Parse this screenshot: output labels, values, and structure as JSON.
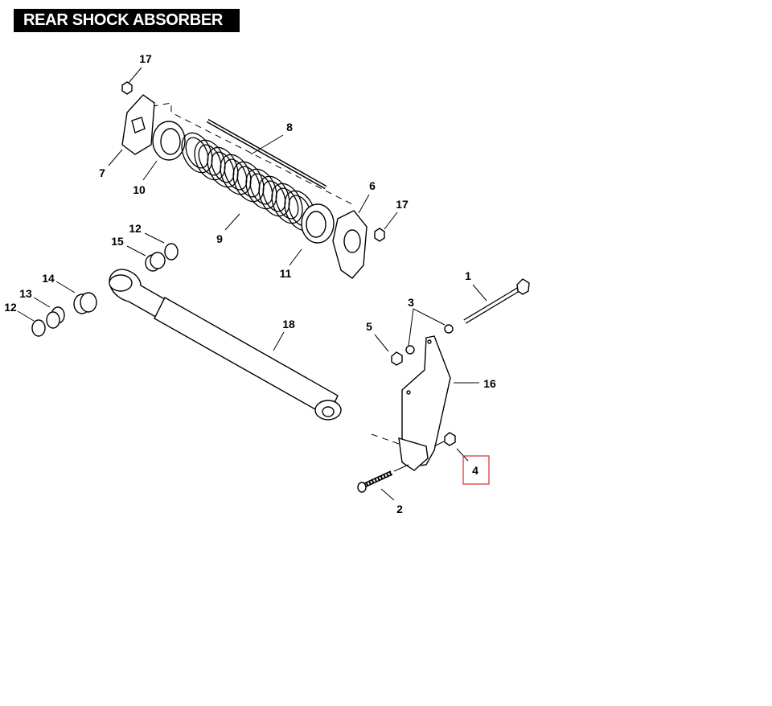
{
  "title": "REAR SHOCK ABSORBER",
  "highlight_color": "#d32f2f",
  "callouts": {
    "c17a": "17",
    "c7": "7",
    "c10": "10",
    "c8": "8",
    "c6": "6",
    "c17b": "17",
    "c9": "9",
    "c12a": "12",
    "c15": "15",
    "c11": "11",
    "c14": "14",
    "c13": "13",
    "c12b": "12",
    "c1": "1",
    "c3": "3",
    "c5": "5",
    "c18": "18",
    "c16": "16",
    "c4": "4",
    "c2": "2"
  },
  "highlighted_callout": "4"
}
